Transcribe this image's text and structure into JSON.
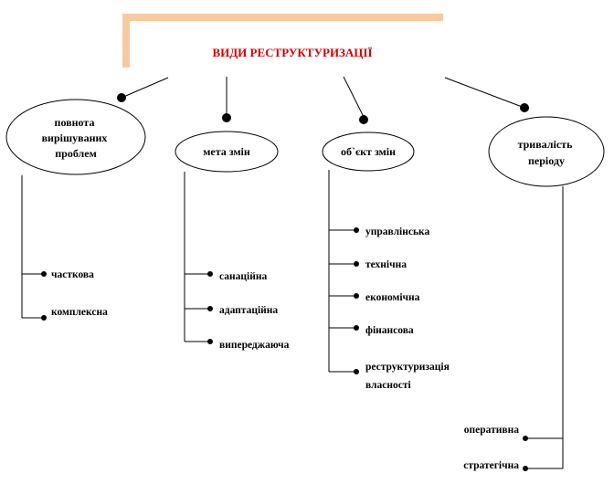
{
  "title": "ВИДИ РЕСТРУКТУРИЗАЦІЇ",
  "colors": {
    "title_text": "#d40000",
    "title_bracket": "#f7c9a0",
    "line": "#000000",
    "background": "#ffffff"
  },
  "categories": [
    {
      "label_lines": [
        "повнота",
        "вирішуваних",
        "проблем"
      ],
      "items": [
        "часткова",
        "комплексна"
      ]
    },
    {
      "label_lines": [
        "мета змін"
      ],
      "items": [
        "санаційна",
        "адаптаційна",
        "випереджаюча"
      ]
    },
    {
      "label_lines": [
        "об`єкт змін"
      ],
      "items": [
        "управлінська",
        "технічна",
        "економічна",
        "фінансова",
        [
          "реструктуризація",
          "власності"
        ]
      ]
    },
    {
      "label_lines": [
        "тривалість",
        "періоду"
      ],
      "items": [
        "оперативна",
        "стратегічна"
      ]
    }
  ]
}
